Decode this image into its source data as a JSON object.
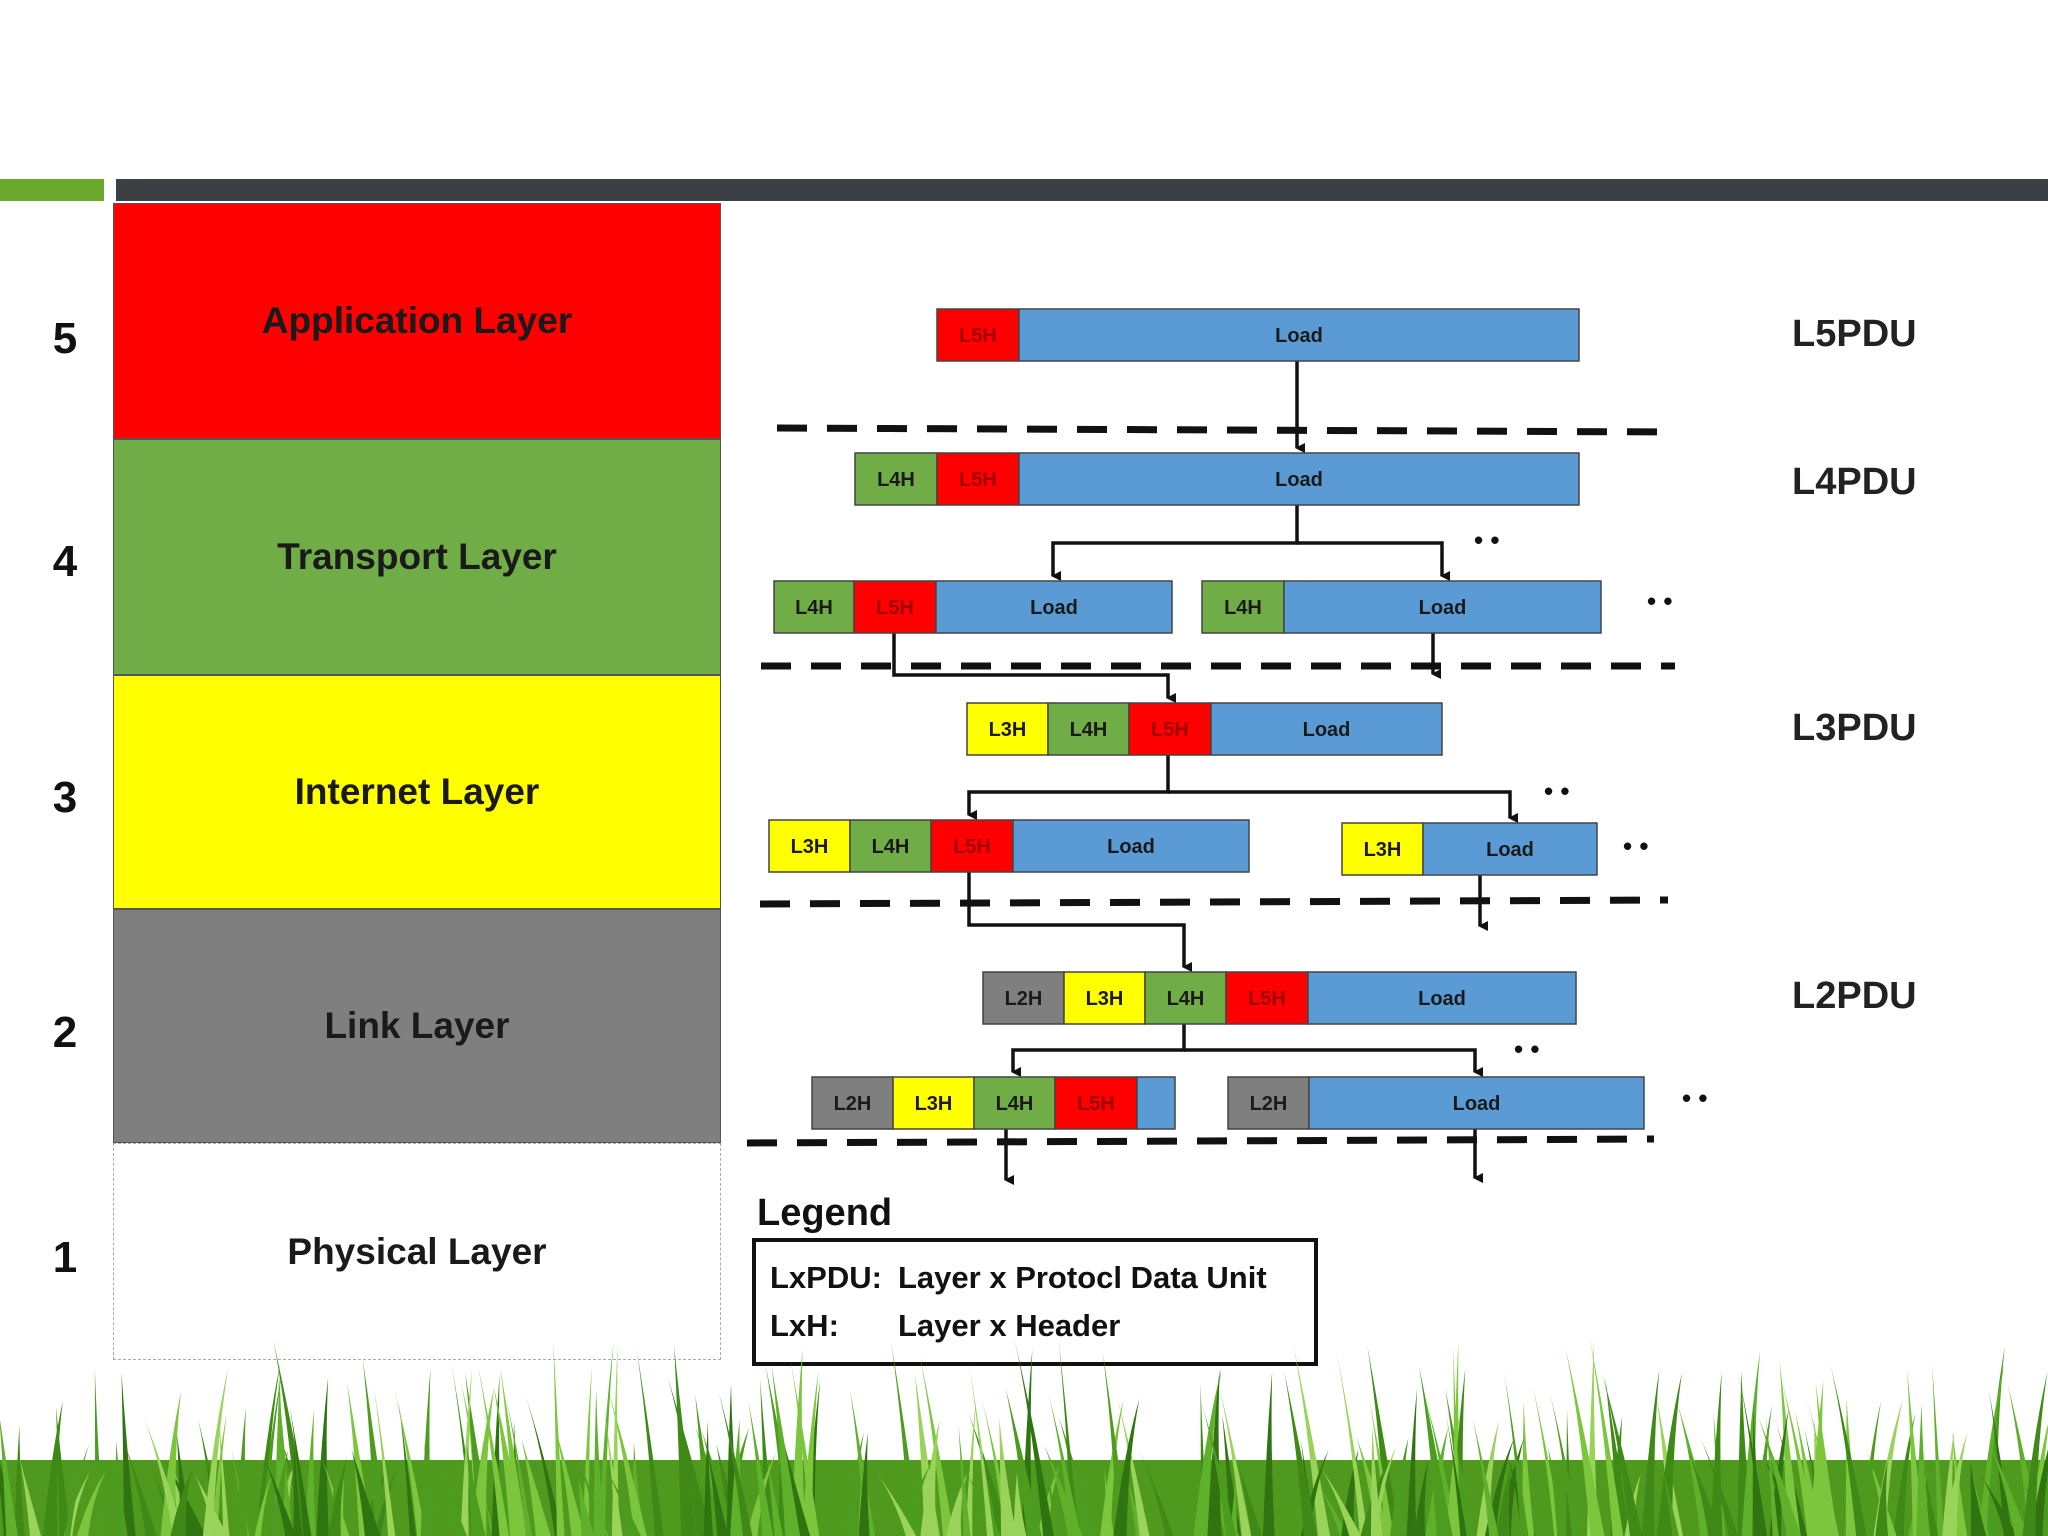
{
  "layers": [
    {
      "number": "5",
      "name": "Application Layer"
    },
    {
      "number": "4",
      "name": "Transport Layer"
    },
    {
      "number": "3",
      "name": "Internet Layer"
    },
    {
      "number": "2",
      "name": "Link Layer"
    },
    {
      "number": "1",
      "name": "Physical Layer"
    }
  ],
  "pdu_labels": [
    "L5PDU",
    "L4PDU",
    "L3PDU",
    "L2PDU"
  ],
  "header_colors": {
    "L5H": "#ff0000",
    "L4H": "#70ad47",
    "L3H": "#ffff00",
    "L2H": "#7f7f7f",
    "Load": "#5b9bd5"
  },
  "load_label": "Load",
  "continuation_mark": "• •",
  "legend": {
    "title": "Legend",
    "rows": [
      {
        "key": "LxPDU:",
        "value": "Layer x Protocl Data Unit"
      },
      {
        "key": "LxH:",
        "value": "Layer x Header"
      }
    ]
  }
}
